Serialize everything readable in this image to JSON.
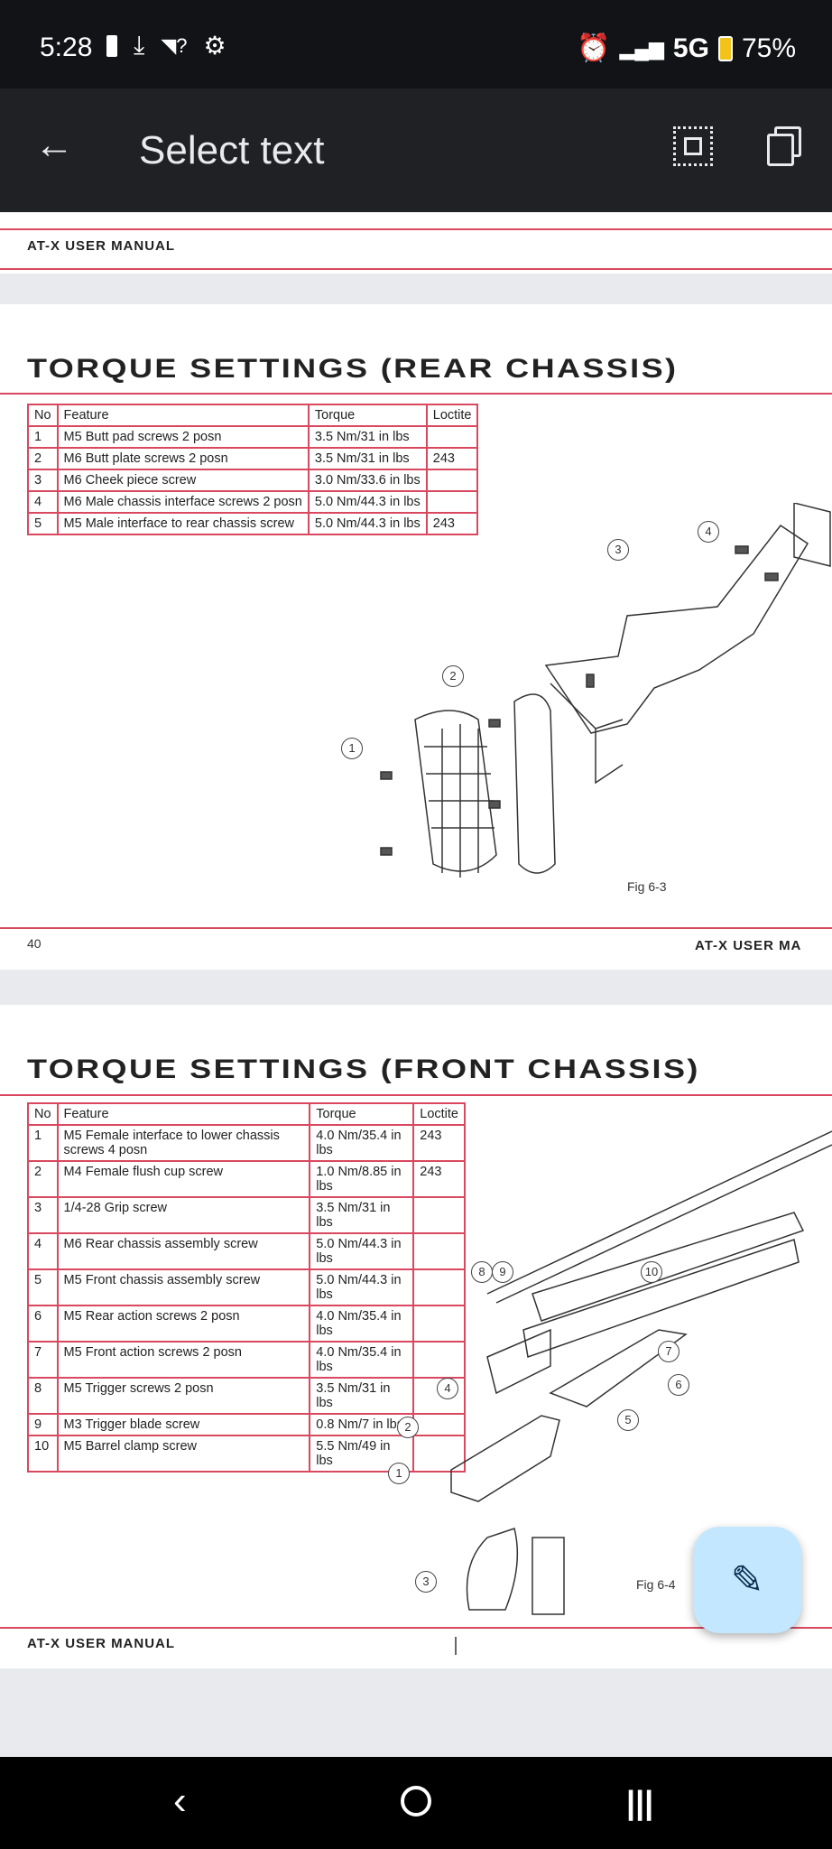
{
  "status_bar": {
    "time": "5:28",
    "network": "5G",
    "battery": "75%",
    "icons": [
      "battery-icon",
      "download-icon",
      "wifi-unknown-icon",
      "settings-icon",
      "alarm-icon",
      "signal-icon"
    ]
  },
  "app_bar": {
    "title": "Select text",
    "icons": [
      "back-arrow-icon",
      "select-all-icon",
      "copy-icon"
    ]
  },
  "pages": [
    {
      "header": "AT-X USER MANUAL"
    },
    {
      "title": "TORQUE SETTINGS (REAR CHASSIS)",
      "headers": [
        "No",
        "Feature",
        "Torque",
        "Loctite"
      ],
      "rows": [
        [
          "1",
          "M5 Butt pad screws 2 posn",
          "3.5 Nm/31 in lbs",
          ""
        ],
        [
          "2",
          "M6 Butt plate screws 2 posn",
          "3.5 Nm/31 in lbs",
          "243"
        ],
        [
          "3",
          "M6 Cheek piece screw",
          "3.0 Nm/33.6 in lbs",
          ""
        ],
        [
          "4",
          "M6 Male chassis interface screws 2 posn",
          "5.0 Nm/44.3 in lbs",
          ""
        ],
        [
          "5",
          "M5 Male interface to rear chassis screw",
          "5.0 Nm/44.3 in lbs",
          "243"
        ]
      ],
      "callouts": [
        "1",
        "2",
        "3",
        "4"
      ],
      "figure": "Fig 6-3",
      "page_number": "40",
      "footer": "AT-X USER MA"
    },
    {
      "title": "TORQUE SETTINGS (FRONT CHASSIS)",
      "headers": [
        "No",
        "Feature",
        "Torque",
        "Loctite"
      ],
      "rows": [
        [
          "1",
          "M5 Female interface to lower chassis screws 4 posn",
          "4.0 Nm/35.4 in lbs",
          "243"
        ],
        [
          "2",
          "M4 Female flush cup screw",
          "1.0 Nm/8.85 in lbs",
          "243"
        ],
        [
          "3",
          "1/4-28 Grip screw",
          "3.5 Nm/31 in lbs",
          ""
        ],
        [
          "4",
          "M6 Rear chassis assembly screw",
          "5.0 Nm/44.3 in lbs",
          ""
        ],
        [
          "5",
          "M5 Front chassis assembly screw",
          "5.0 Nm/44.3 in lbs",
          ""
        ],
        [
          "6",
          "M5 Rear action screws 2 posn",
          "4.0 Nm/35.4 in lbs",
          ""
        ],
        [
          "7",
          "M5 Front action screws 2 posn",
          "4.0 Nm/35.4 in lbs",
          ""
        ],
        [
          "8",
          "M5 Trigger screws 2 posn",
          "3.5 Nm/31 in lbs",
          ""
        ],
        [
          "9",
          "M3 Trigger blade screw",
          "0.8 Nm/7 in lbs",
          ""
        ],
        [
          "10",
          "M5 Barrel clamp screw",
          "5.5 Nm/49 in lbs",
          ""
        ]
      ],
      "callouts": [
        "1",
        "2",
        "3",
        "4",
        "5",
        "6",
        "7",
        "8",
        "9",
        "10"
      ],
      "figure": "Fig 6-4",
      "footer": "AT-X USER MANUAL"
    }
  ],
  "fab": {
    "icon": "pen-edit-icon"
  },
  "nav_bar": {
    "icons": [
      "back-icon",
      "home-icon",
      "recents-icon"
    ]
  }
}
